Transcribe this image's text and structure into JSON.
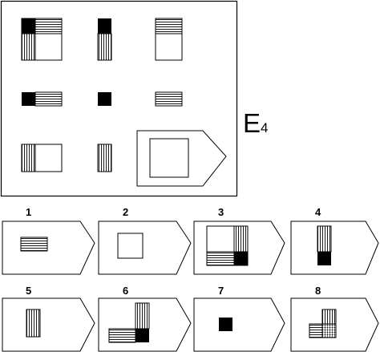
{
  "puzzle": {
    "id_letter": "E",
    "id_number": "4"
  },
  "options": [
    {
      "label": "1"
    },
    {
      "label": "2"
    },
    {
      "label": "3"
    },
    {
      "label": "4"
    },
    {
      "label": "5"
    },
    {
      "label": "6"
    },
    {
      "label": "7"
    },
    {
      "label": "8"
    }
  ],
  "colors": {
    "ink": "#000000",
    "background": "#ffffff"
  }
}
